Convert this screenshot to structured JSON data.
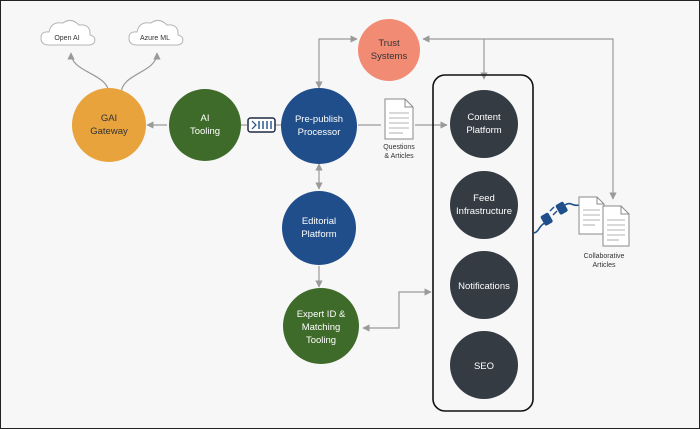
{
  "colors": {
    "background": "#f7f7f7",
    "gateway": "#e8a33d",
    "green": "#3f6b2a",
    "blue": "#1f4e8a",
    "trust": "#f28b74",
    "dark": "#343b43",
    "line": "#9a9a9a",
    "plug": "#1f4e8a"
  },
  "clouds": {
    "openai": "Open AI",
    "azure": "Azure ML"
  },
  "nodes": {
    "gateway": [
      "GAI",
      "Gateway"
    ],
    "ai_tooling": [
      "AI",
      "Tooling"
    ],
    "prepublish": [
      "Pre-publish",
      "Processor"
    ],
    "trust": [
      "Trust",
      "Systems"
    ],
    "editorial": [
      "Editorial",
      "Platform"
    ],
    "expert": [
      "Expert ID &",
      "Matching",
      "Tooling"
    ],
    "content": [
      "Content",
      "Platform"
    ],
    "feed": [
      "Feed",
      "Infrastructure"
    ],
    "notifications": [
      "Notifications"
    ],
    "seo": [
      "SEO"
    ]
  },
  "docs": {
    "questions": [
      "Questions",
      "& Articles"
    ],
    "collab": [
      "Collaborative",
      "Articles"
    ]
  },
  "icons": {
    "queue": "queue-icon",
    "document": "document-icon",
    "plug": "plug-icon",
    "cloud": "cloud-icon"
  }
}
